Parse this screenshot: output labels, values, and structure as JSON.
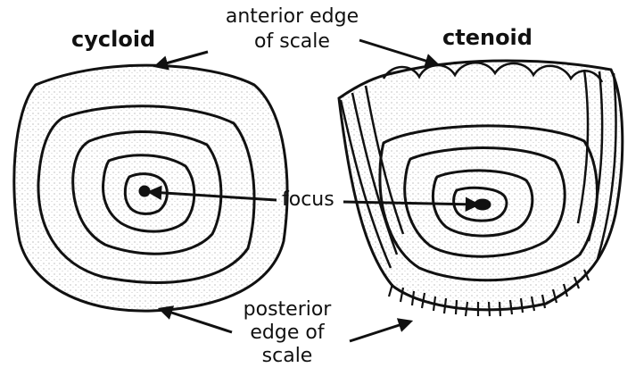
{
  "figure": {
    "left_label": "cycloid",
    "right_label": "ctenoid",
    "anterior_label_line1": "anterior edge",
    "anterior_label_line2": "of scale",
    "focus_label": "focus",
    "posterior_label_line1": "posterior",
    "posterior_label_line2": "edge of",
    "posterior_label_line3": "scale"
  },
  "colors": {
    "ink": "#111111",
    "shade": "#9a9a9a",
    "background": "#ffffff"
  }
}
